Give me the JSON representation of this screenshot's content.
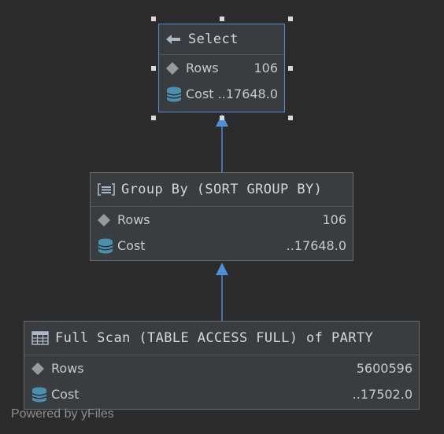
{
  "nodes": {
    "select": {
      "title": "Select",
      "rows_label": "Rows",
      "rows_value": "106",
      "cost_label": "Cost",
      "cost_value": "..17648.0"
    },
    "groupby": {
      "title": "Group By (SORT GROUP BY)",
      "rows_label": "Rows",
      "rows_value": "106",
      "cost_label": "Cost",
      "cost_value": "..17648.0"
    },
    "fullscan": {
      "title": "Full Scan (TABLE ACCESS FULL) of PARTY",
      "rows_label": "Rows",
      "rows_value": "5600596",
      "cost_label": "Cost",
      "cost_value": "..17502.0"
    }
  },
  "watermark": "Powered by yFiles",
  "colors": {
    "background": "#2b2b2b",
    "node_fill": "#3a3d3f",
    "node_border": "#6b6b6b",
    "selection": "#4b8fd9",
    "edge": "#4b8fd9",
    "db_icon": "#4a8fb0"
  }
}
